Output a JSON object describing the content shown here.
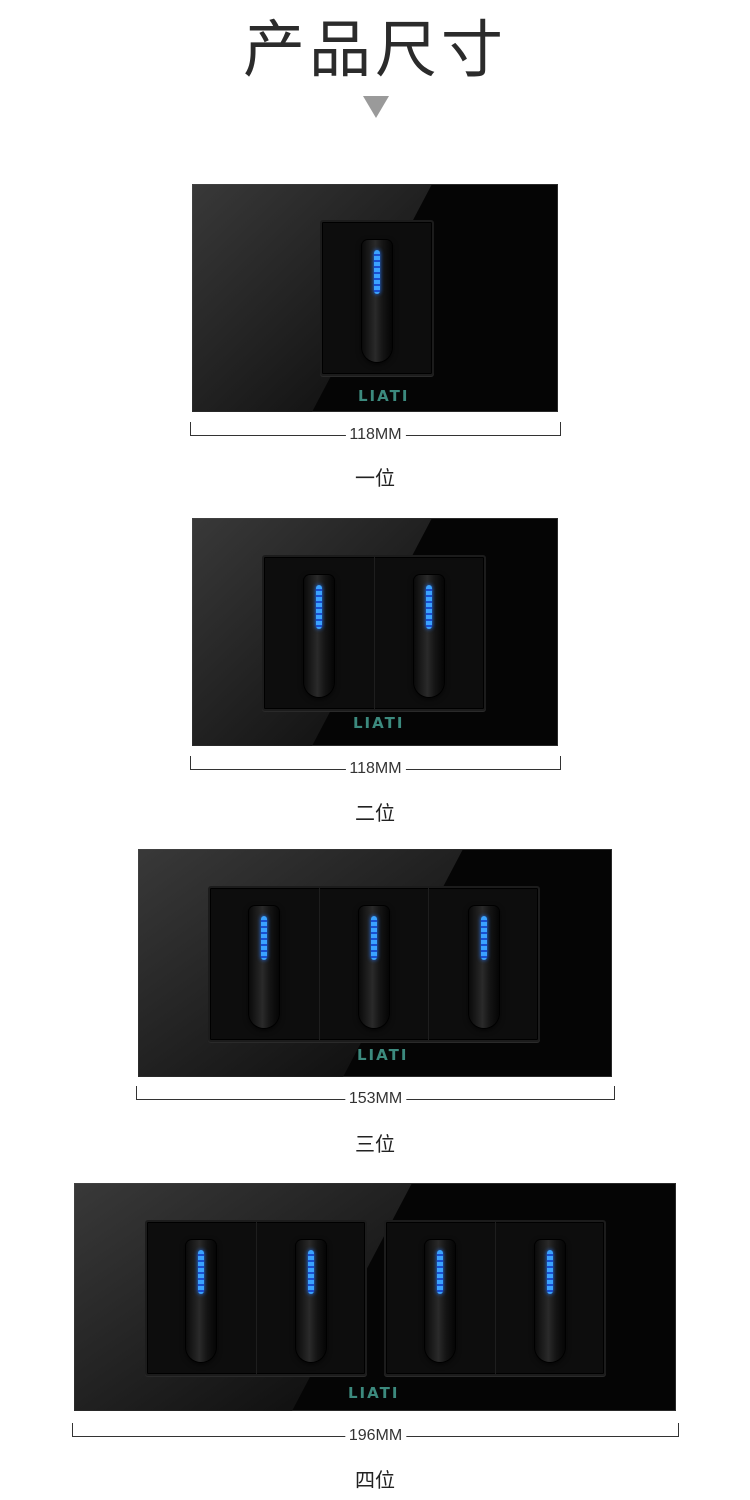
{
  "title": "产品尺寸",
  "brand": "LIATI",
  "colors": {
    "led": "#3aa2ff",
    "logo": "#3c8a7e",
    "panel": "#050505"
  },
  "items": [
    {
      "dimension": "118MM",
      "caption": "一位",
      "gangs": 1
    },
    {
      "dimension": "118MM",
      "caption": "二位",
      "gangs": 2
    },
    {
      "dimension": "153MM",
      "caption": "三位",
      "gangs": 3
    },
    {
      "dimension": "196MM",
      "caption": "四位",
      "gangs": 4
    }
  ]
}
